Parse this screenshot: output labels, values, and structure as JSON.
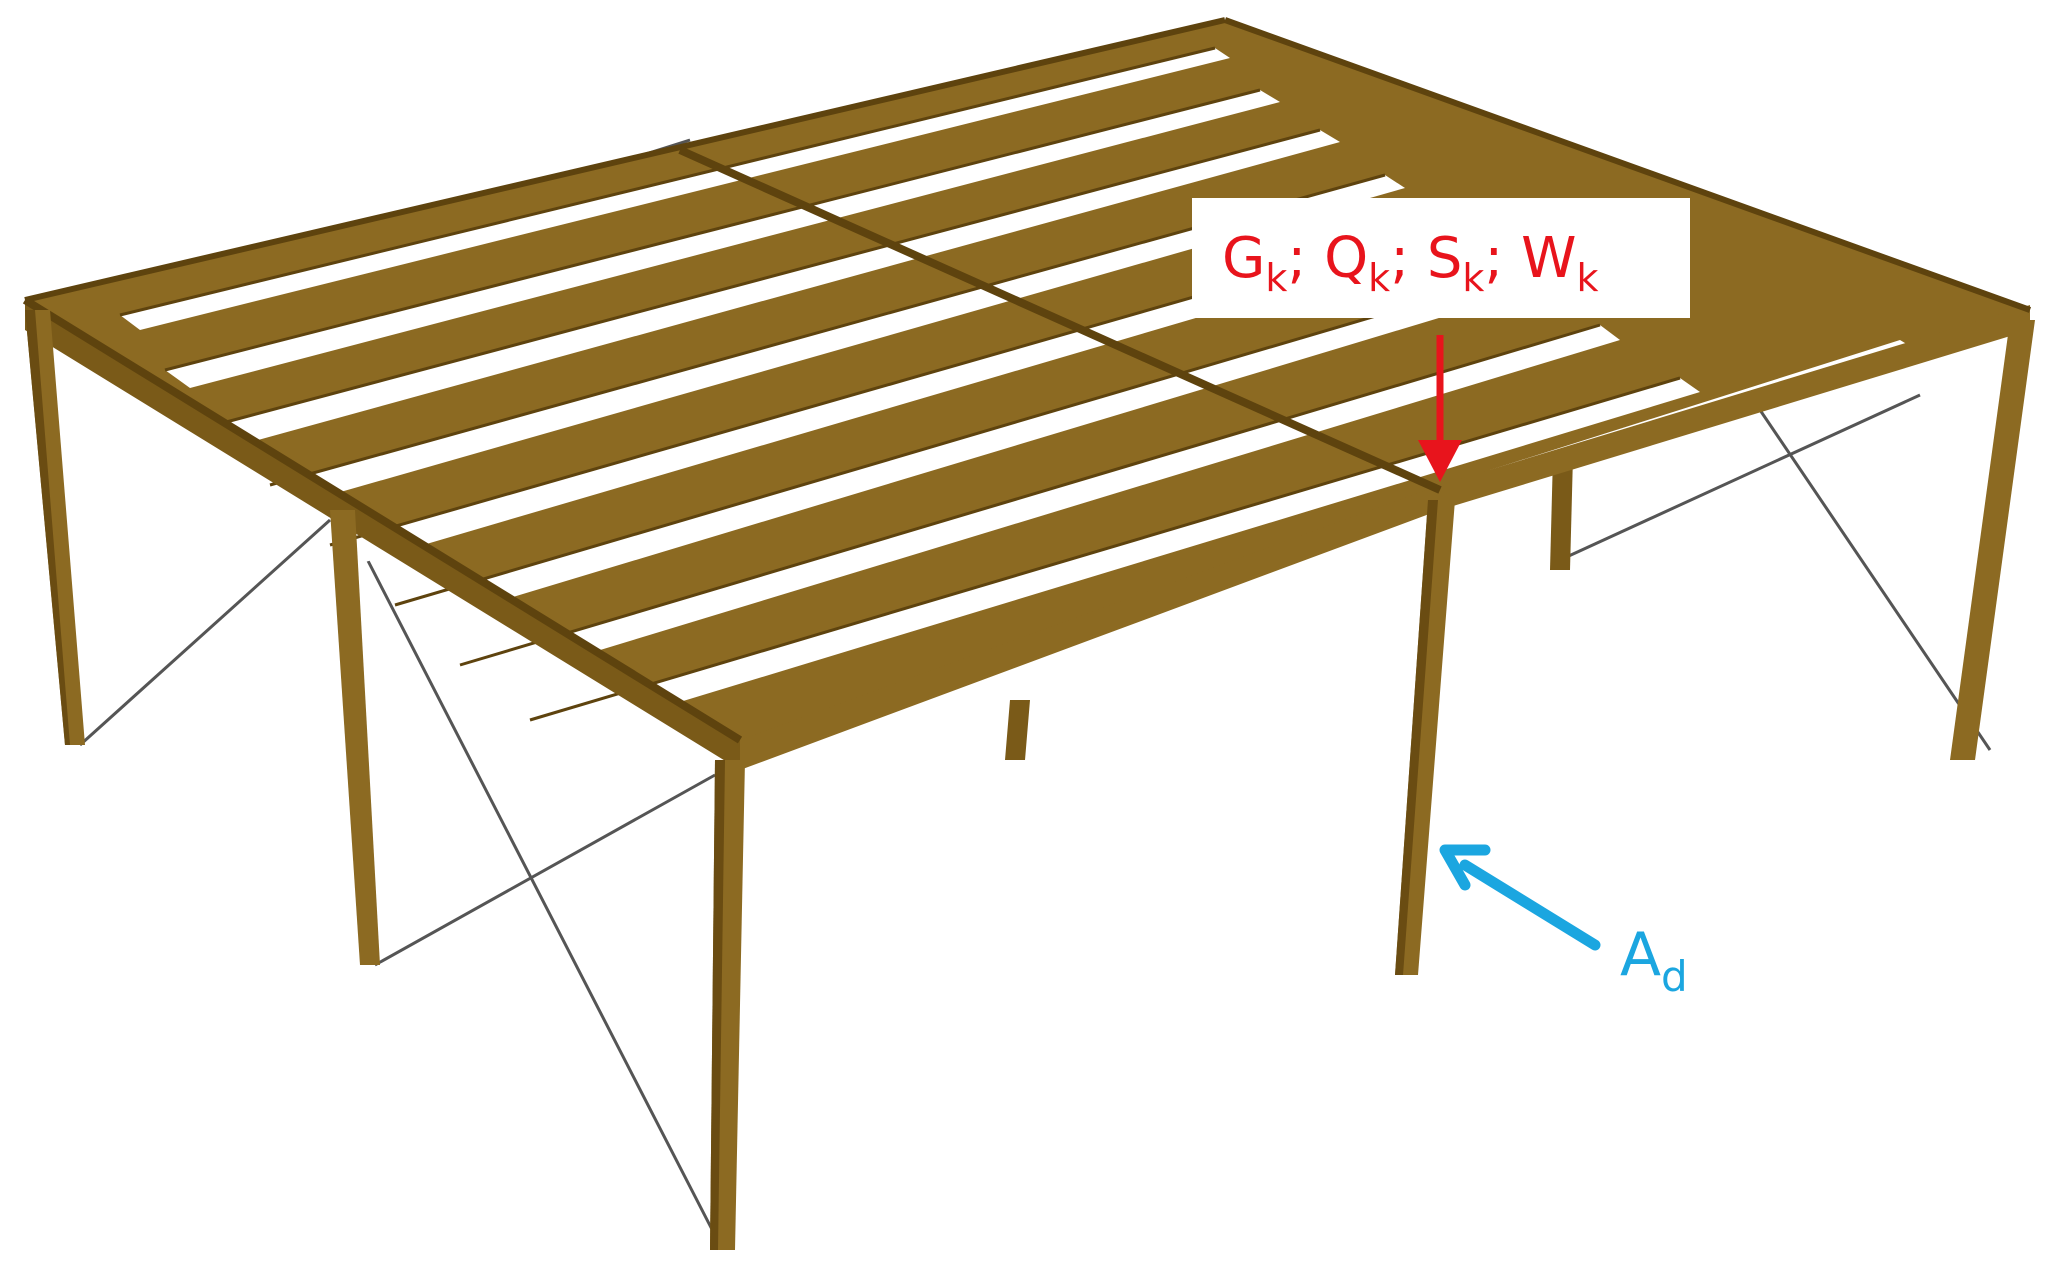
{
  "diagram": {
    "type": "3D structural timber frame (two-bay floor grid on columns with cross bracing)",
    "colors": {
      "timber_top": "#9a7428",
      "timber_side": "#7a5a18",
      "timber_dark": "#5e430e",
      "bracing": "#555555",
      "load_text": "#e8141c",
      "load_arrow": "#e8141c",
      "accidental_text": "#1ba6e0",
      "accidental_arrow": "#1ba6e0",
      "background": "#ffffff"
    }
  },
  "loads": {
    "characteristic": {
      "items": [
        {
          "symbol": "G",
          "subscript": "k",
          "sep": "; "
        },
        {
          "symbol": "Q",
          "subscript": "k",
          "sep": "; "
        },
        {
          "symbol": "S",
          "subscript": "k",
          "sep": "; "
        },
        {
          "symbol": "W",
          "subscript": "k",
          "sep": ""
        }
      ],
      "arrow_direction": "down"
    },
    "accidental": {
      "symbol": "A",
      "subscript": "d",
      "arrow_direction": "up-left toward column"
    }
  }
}
